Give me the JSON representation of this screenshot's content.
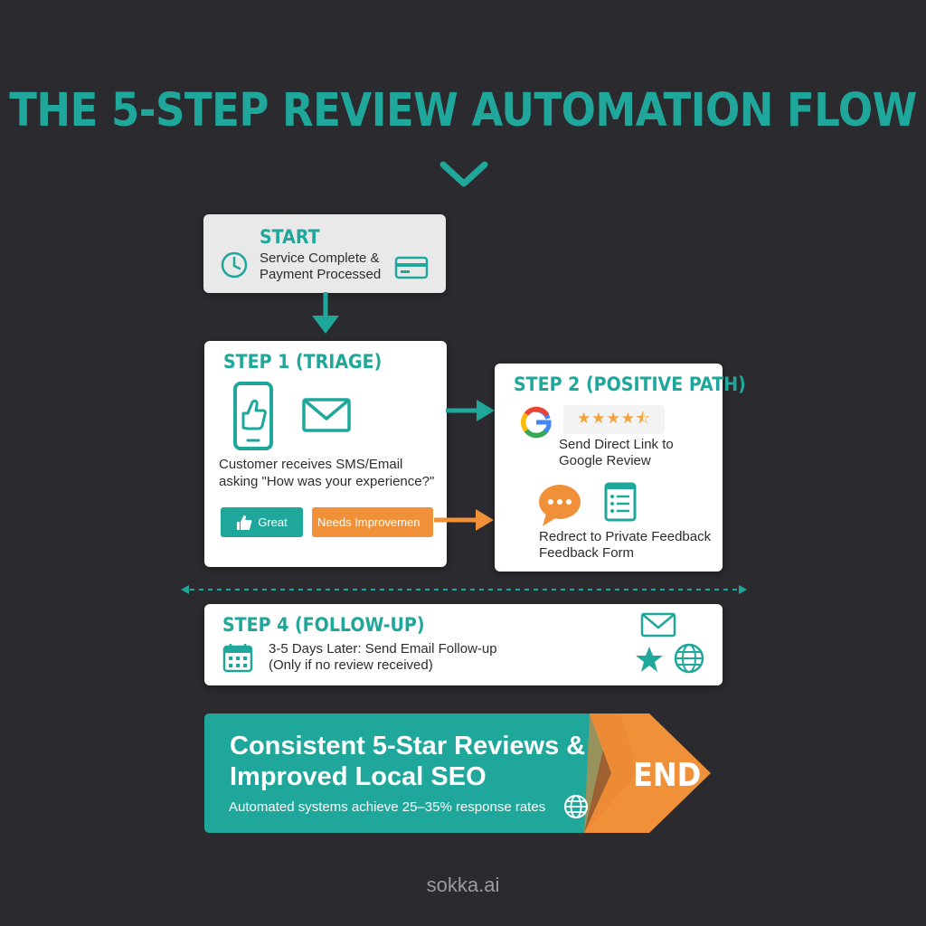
{
  "title": "THE 5-STEP REVIEW AUTOMATION FLOW",
  "start": {
    "heading": "START",
    "line1": "Service Complete &",
    "line2": "Payment Processed"
  },
  "step1": {
    "heading": "STEP 1 (TRIAGE)",
    "line1": "Customer receives SMS/Email",
    "line2": "asking \"How was your experience?\"",
    "great_label": "Great",
    "improve_label": "Needs Improvemen"
  },
  "step2": {
    "heading": "STEP 2 (POSITIVE PATH)",
    "rating_stars": 4.5,
    "google_line1": "Send Direct Link to",
    "google_line2": "Google Review",
    "private_line1": "Redrect to Private Feedback",
    "private_line2": "Feedback Form"
  },
  "step4": {
    "heading": "STEP 4 (FOLLOW-UP)",
    "line1": "3-5 Days Later: Send Email Follow-up",
    "line2": "(Only if no review received)"
  },
  "result": {
    "line1": "Consistent 5-Star Reviews &",
    "line2": "Improved Local SEO",
    "sub": "Automated systems achieve 25–35% response rates",
    "end_label": "END"
  },
  "brand": "sokka.ai",
  "colors": {
    "background": "#2b2a2f",
    "teal": "#1fa79b",
    "orange": "#f0913a",
    "card": "#ffffff",
    "card_grey": "#e9e9ea"
  },
  "icons": [
    "chevron-down-icon",
    "clock-icon",
    "credit-card-icon",
    "phone-thumbs-up-icon",
    "envelope-icon",
    "thumbs-up-icon",
    "google-icon",
    "chat-bubble-icon",
    "form-icon",
    "calendar-icon",
    "star-icon",
    "globe-icon"
  ]
}
